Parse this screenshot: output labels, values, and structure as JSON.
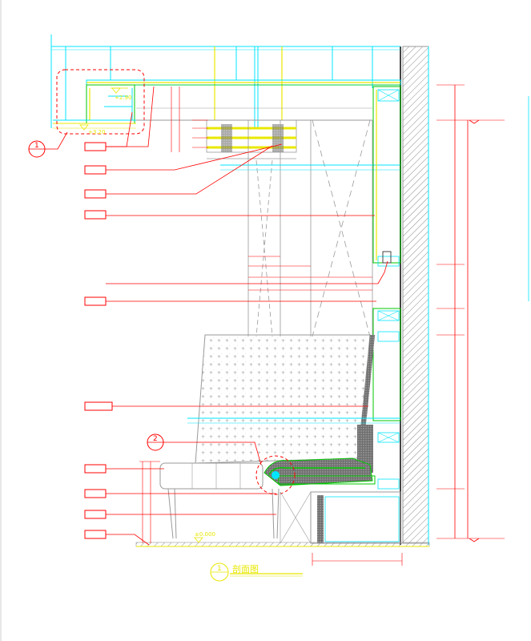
{
  "drawing": {
    "title": "剖面图",
    "title_number": "1",
    "detail_bubble_top": "1",
    "detail_bubble_mid": "2",
    "level_labels": {
      "ceiling_a": "+2.90",
      "ceiling_b": "+3.20",
      "floor": "±0.000"
    }
  },
  "colors": {
    "background": "#ffffff",
    "callout": "#ff0000",
    "outline": "#00e6ff",
    "finish": "#e8e800",
    "green": "#00c800",
    "gray": "#9a9a9a"
  }
}
